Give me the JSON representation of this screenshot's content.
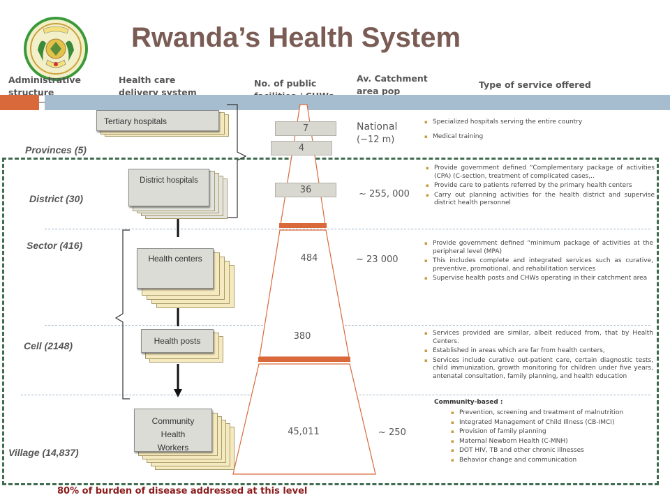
{
  "title": "Rwanda’s Health System",
  "headers": {
    "admin": "Administrative structure",
    "delivery": "Health care delivery system",
    "facilities": "No. of public facilities / CHWs",
    "catchment": "Av. Catchment area pop",
    "service": "Type of service offered"
  },
  "admin_levels": {
    "provinces": "Provinces (5)",
    "district": "District (30)",
    "sector": "Sector (416)",
    "cell": "Cell (2148)",
    "village": "Village (14,837)"
  },
  "delivery": {
    "tertiary": "Tertiary hospitals",
    "district": "District hospitals",
    "health_centers": "Health centers",
    "health_posts": "Health posts",
    "chw": "Community Health Workers"
  },
  "counts": {
    "tertiary_a": "7",
    "tertiary_b": "4",
    "district": "36",
    "health_centers": "484",
    "health_posts": "380",
    "chw": "45,011"
  },
  "catchment": {
    "national": "National",
    "national_sub": "(~12 m)",
    "district": "~ 255, 000",
    "health_centers": "~ 23 000",
    "chw": "~ 250"
  },
  "services": {
    "tertiary": [
      "Specialized hospitals serving the entire country",
      "Medical training"
    ],
    "district": [
      "Provide government defined “Complementary package of activities (CPA) (C-section, treatment of complicated cases,..",
      "Provide care to patients referred by the primary health centers",
      "Carry out planning activities for the health district and supervise district health personnel"
    ],
    "health_centers": [
      "Provide government defined “minimum package of activities at the peripheral level (MPA)",
      "This includes complete and integrated services such as curative, preventive, promotional, and rehabilitation services",
      "Supervise health posts and CHWs operating in their catchment area"
    ],
    "health_posts": [
      "Services provided are similar, albeit reduced from, that by Health Centers.",
      "Established in areas which are far from health centers,",
      "Services include curative out-patient care, certain diagnostic tests, child immunization, growth monitoring for children under five years, antenatal consultation, family planning, and health education"
    ],
    "community_heading": "Community-based :",
    "community": [
      "Prevention, screening and treatment of malnutrition",
      "Integrated Management of Child Illness (CB-IMCI)",
      "Provision of family planning",
      "Maternal Newborn Health (C-MNH)",
      "DOT HIV, TB and other chronic illnesses",
      "Behavior change and communication"
    ]
  },
  "footer": "80% of burden of disease addressed at this level",
  "colors": {
    "title": "#7a5c55",
    "band_orange": "#d9693a",
    "band_blue": "#a6bccf",
    "card_front": "#dcdcd6",
    "card_back": "#f5e9bf",
    "dashed_border": "#3f6b50",
    "footer_text": "#8b1a1a",
    "pyramid_band": "#d9693a"
  }
}
